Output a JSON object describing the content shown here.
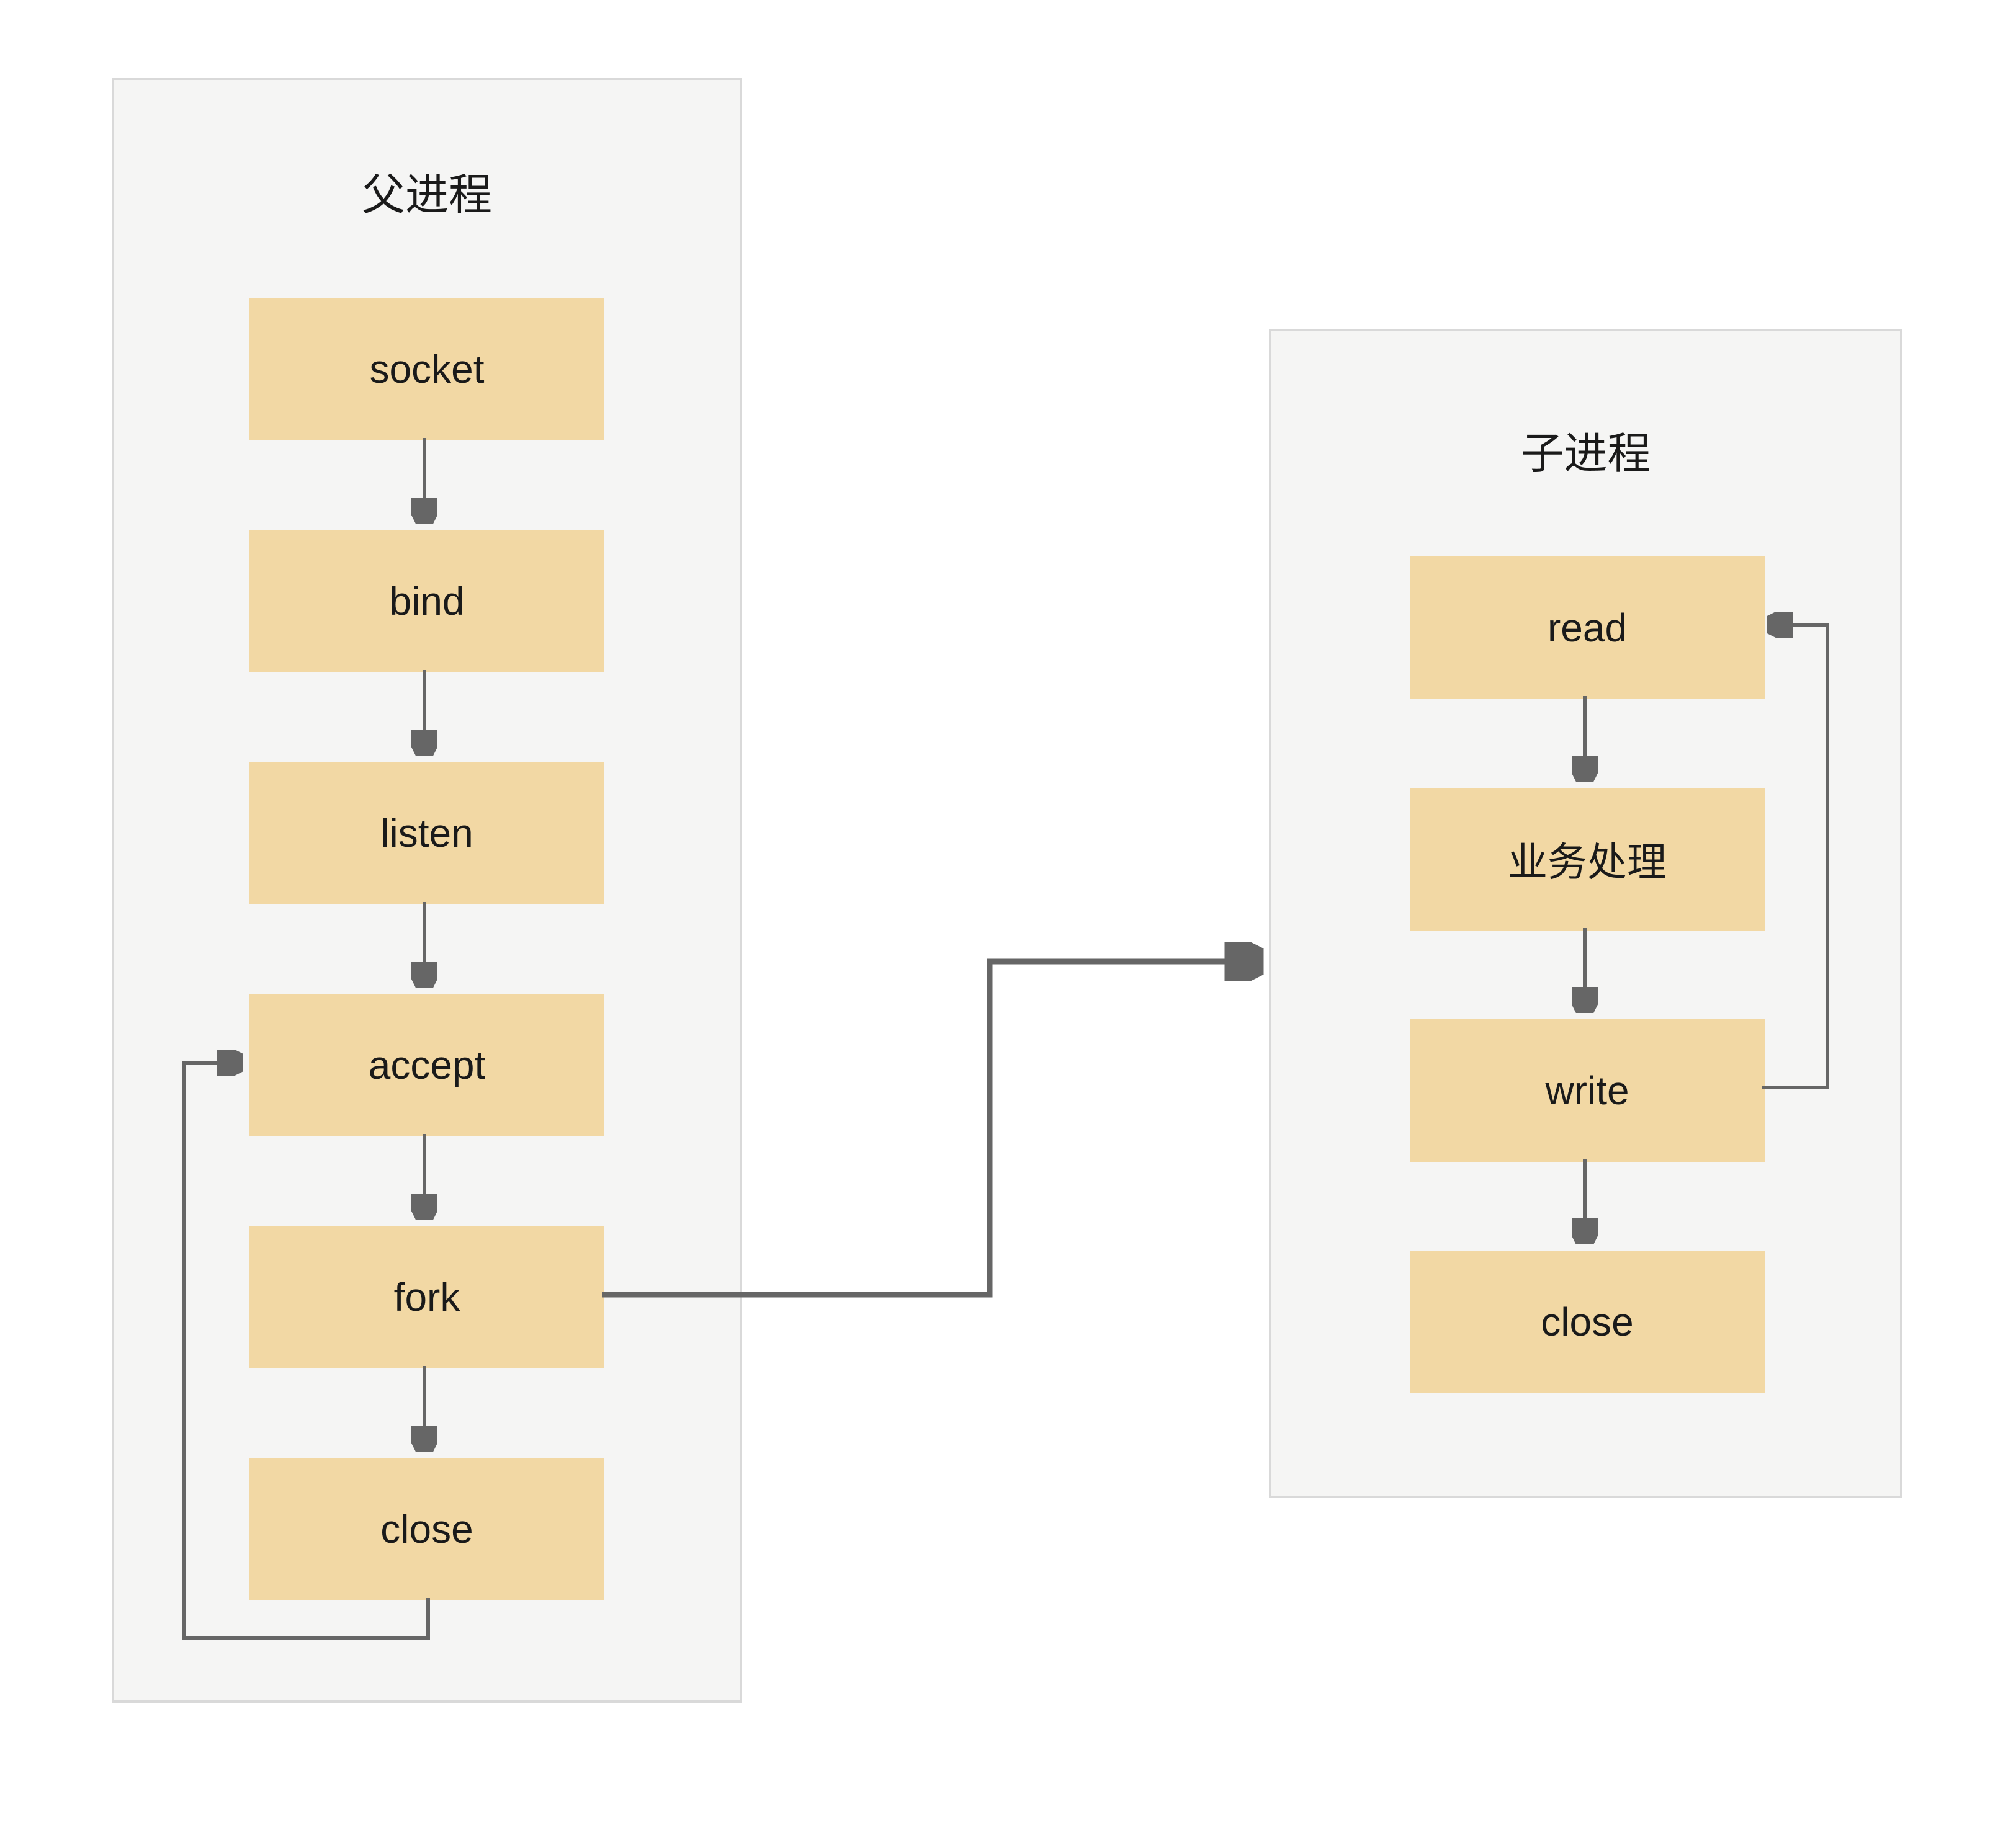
{
  "colors": {
    "page-bg": "#ffffff",
    "panel-bg": "#f5f5f4",
    "panel-border": "#d9d9d9",
    "node-fill": "#f2d8a4",
    "connector": "#666666",
    "text": "#1a1a1a"
  },
  "parent_panel": {
    "title": "父进程",
    "nodes": [
      {
        "id": "socket",
        "label": "socket"
      },
      {
        "id": "bind",
        "label": "bind"
      },
      {
        "id": "listen",
        "label": "listen"
      },
      {
        "id": "accept",
        "label": "accept"
      },
      {
        "id": "fork",
        "label": "fork"
      },
      {
        "id": "close",
        "label": "close"
      }
    ]
  },
  "child_panel": {
    "title": "子进程",
    "nodes": [
      {
        "id": "read",
        "label": "read"
      },
      {
        "id": "business",
        "label": "业务处理"
      },
      {
        "id": "write",
        "label": "write"
      },
      {
        "id": "close",
        "label": "close"
      }
    ]
  },
  "edges": [
    {
      "from": "socket",
      "to": "bind",
      "type": "flow"
    },
    {
      "from": "bind",
      "to": "listen",
      "type": "flow"
    },
    {
      "from": "listen",
      "to": "accept",
      "type": "flow"
    },
    {
      "from": "accept",
      "to": "fork",
      "type": "flow"
    },
    {
      "from": "fork",
      "to": "close (parent)",
      "type": "flow"
    },
    {
      "from": "close (parent)",
      "to": "accept",
      "type": "loop-back"
    },
    {
      "from": "fork",
      "to": "子进程 panel",
      "type": "spawn-child"
    },
    {
      "from": "read",
      "to": "业务处理",
      "type": "flow"
    },
    {
      "from": "业务处理",
      "to": "write",
      "type": "flow"
    },
    {
      "from": "write",
      "to": "close (child)",
      "type": "flow"
    },
    {
      "from": "write",
      "to": "read",
      "type": "loop-back"
    }
  ]
}
